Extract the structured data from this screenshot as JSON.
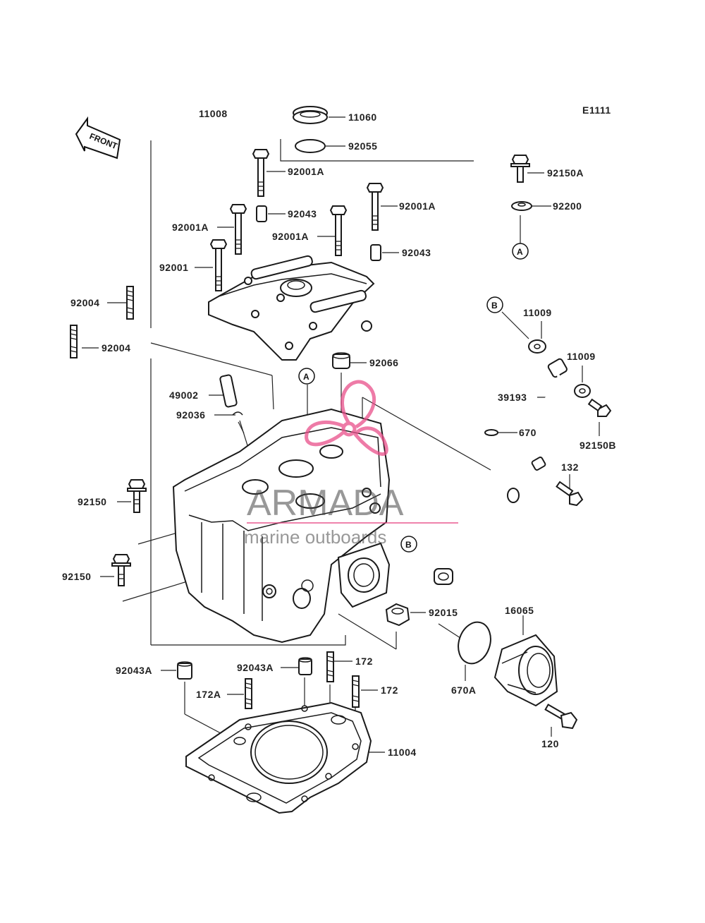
{
  "diagram_code": "E1111",
  "front_label": "FRONT",
  "watermark": {
    "brand": "ARMADA",
    "tagline": "marine outboards",
    "accent": "#e94f8a"
  },
  "part_labels": {
    "p11008": "11008",
    "p11060": "11060",
    "p92055": "92055",
    "p92001A_1": "92001A",
    "p92150A": "92150A",
    "p92001A_2": "92001A",
    "p92200": "92200",
    "p92001A_3": "92001A",
    "p92043_1": "92043",
    "p92001A_4": "92001A",
    "p92043_2": "92043",
    "p92001": "92001",
    "p92004_1": "92004",
    "p11009_1": "11009",
    "p92004_2": "92004",
    "p11009_2": "11009",
    "p92066": "92066",
    "p49002": "49002",
    "p39193": "39193",
    "p92036": "92036",
    "p670": "670",
    "p92150B": "92150B",
    "p132": "132",
    "p92150_1": "92150",
    "p92150_2": "92150",
    "p92015": "92015",
    "p16065": "16065",
    "p92043A_1": "92043A",
    "p92043A_2": "92043A",
    "p172_1": "172",
    "p172A": "172A",
    "p172_2": "172",
    "p670A": "670A",
    "p11004": "11004",
    "p120": "120"
  },
  "ref_markers": {
    "a1": "A",
    "a2": "A",
    "b1": "B",
    "b2": "B"
  }
}
